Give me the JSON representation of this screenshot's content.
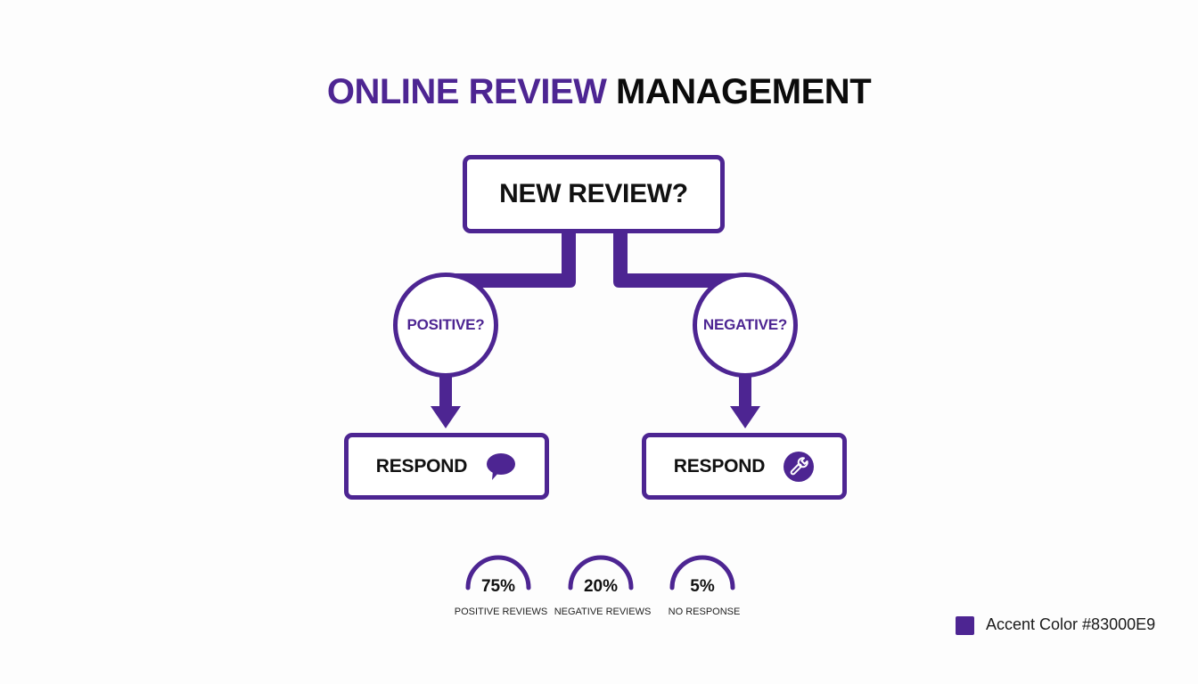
{
  "title": {
    "accent_part": "ONLINE REVIEW",
    "dark_part": "MANAGEMENT"
  },
  "flowchart": {
    "start_node": {
      "label": "NEW REVIEW?"
    },
    "branches": [
      {
        "decision": "POSITIVE?",
        "action": {
          "label": "RESPOND",
          "icon": "speech-bubble-icon"
        }
      },
      {
        "decision": "NEGATIVE?",
        "action": {
          "label": "RESPOND",
          "icon": "wrench-icon"
        }
      }
    ]
  },
  "stats": [
    {
      "value": "75%",
      "label": "POSITIVE REVIEWS"
    },
    {
      "value": "20%",
      "label": "NEGATIVE REVIEWS"
    },
    {
      "value": "5%",
      "label": "NO RESPONSE"
    }
  ],
  "legend": {
    "swatch_color": "#4d2592",
    "text": "Accent Color #83000E9"
  },
  "colors": {
    "accent": "#4d2592",
    "text_dark": "#111111",
    "background": "#fdfdfd"
  }
}
